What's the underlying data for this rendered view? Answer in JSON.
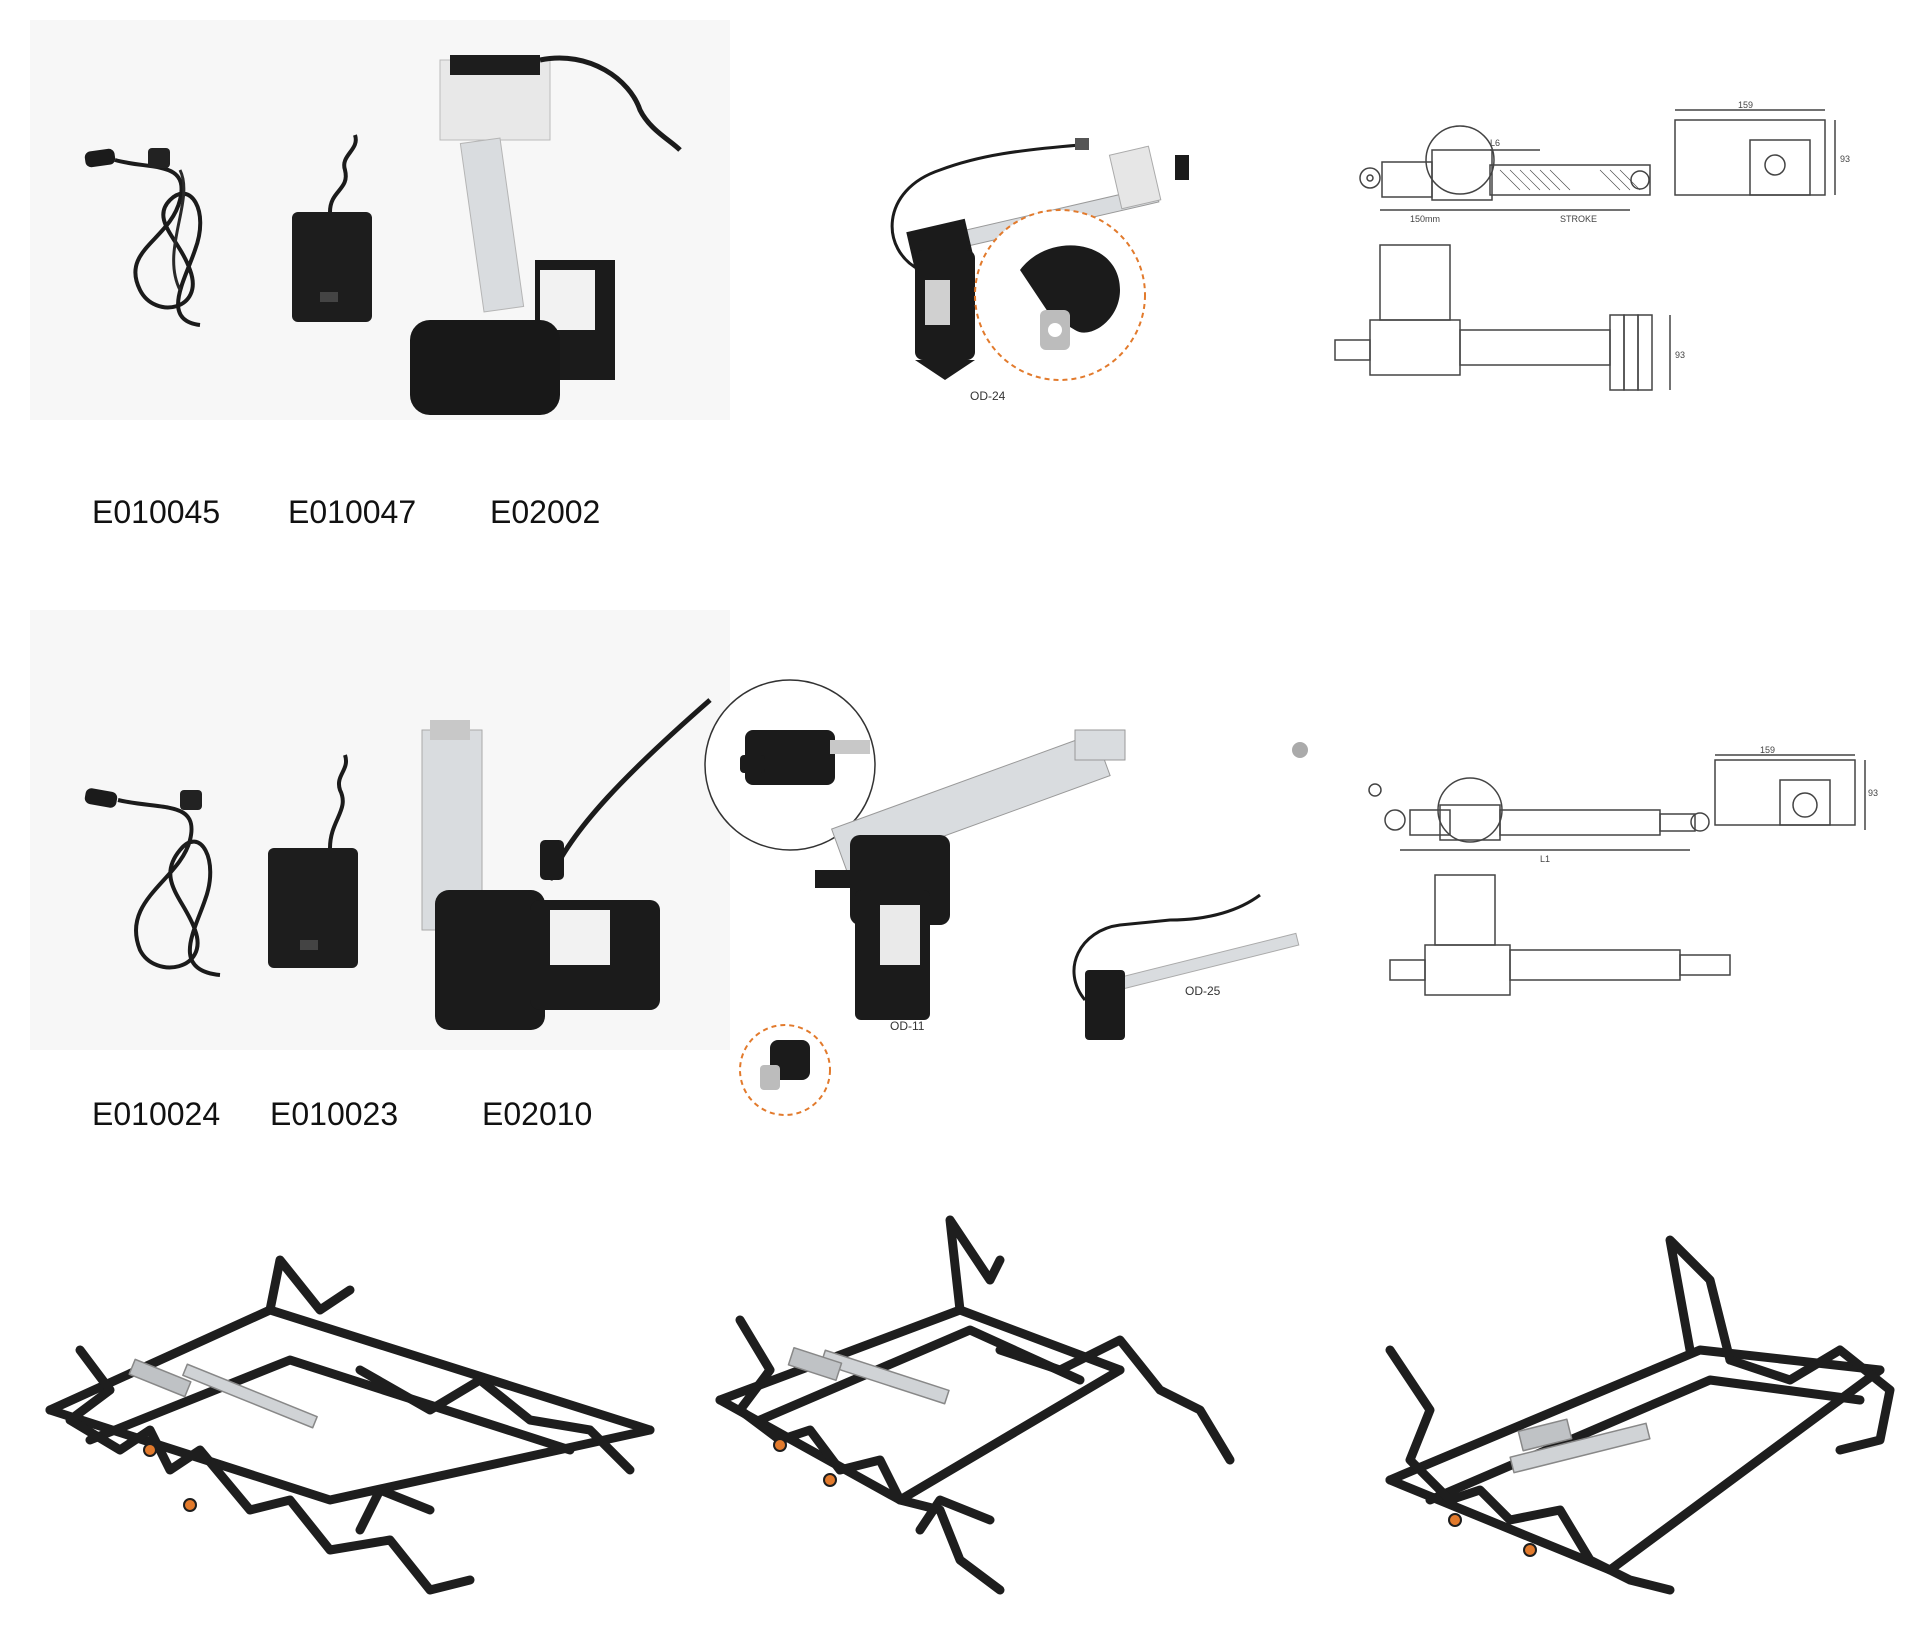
{
  "row1": {
    "codes": [
      "E010045",
      "E010047",
      "E02002"
    ],
    "model_label": "OD-24",
    "drawing": {
      "dims": [
        "159",
        "L6",
        "150mm",
        "STROKE",
        "93",
        "93"
      ]
    }
  },
  "row2": {
    "codes": [
      "E010024",
      "E010023",
      "E02010"
    ],
    "model_labels": [
      "OD-11",
      "OD-25"
    ],
    "drawing": {
      "dims": [
        "159",
        "L1",
        "93"
      ]
    }
  },
  "colors": {
    "metal_frame": "#1e1e1e",
    "actuator_body": "#1a1a1a",
    "actuator_tube": "#d9dcdf",
    "accent_orange": "#e27a2c",
    "line_drawing": "#444444"
  }
}
